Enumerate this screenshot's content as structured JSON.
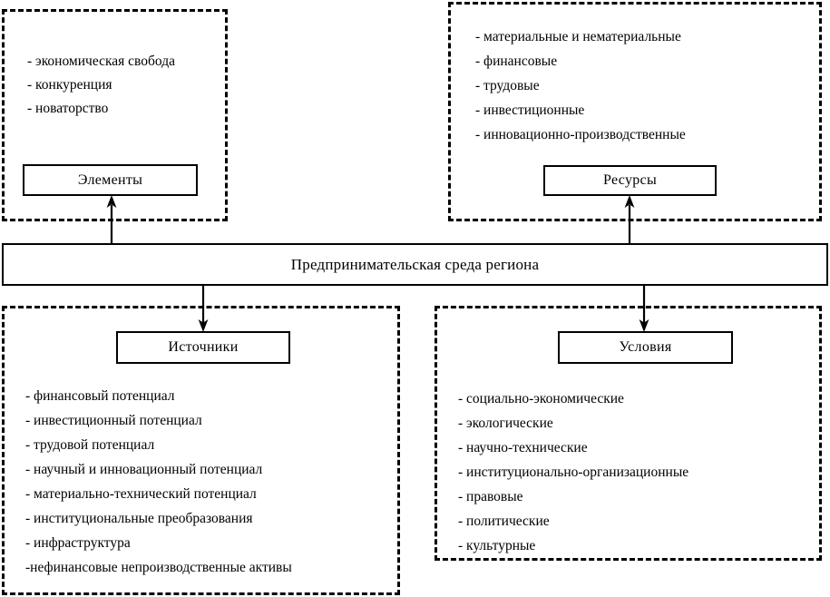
{
  "diagram": {
    "center": {
      "label": "Предпринимательская среда региона"
    },
    "quadrants": {
      "elements": {
        "box_label": "Элементы",
        "items": [
          "- экономическая свобода",
          "- конкуренция",
          "- новаторство"
        ]
      },
      "resources": {
        "box_label": "Ресурсы",
        "items": [
          "- материальные и нематериальные",
          "- финансовые",
          "- трудовые",
          "- инвестиционные",
          "- инновационно-производственные"
        ]
      },
      "sources": {
        "box_label": "Источники",
        "items": [
          "- финансовый потенциал",
          "- инвестиционный потенциал",
          "- трудовой потенциал",
          "- научный и инновационный потенциал",
          "- материально-технический потенциал",
          "- институциональные преобразования",
          "- инфраструктура",
          "-нефинансовые непроизводственные активы"
        ]
      },
      "conditions": {
        "box_label": "Условия",
        "items": [
          "- социально-экономические",
          "- экологические",
          "- научно-технические",
          "- институционально-организационные",
          "- правовые",
          "- политические",
          "- культурные"
        ]
      }
    },
    "connectors": [
      {
        "name": "arrow-center-to-elements",
        "direction": "up"
      },
      {
        "name": "arrow-center-to-resources",
        "direction": "up"
      },
      {
        "name": "arrow-center-to-sources",
        "direction": "down"
      },
      {
        "name": "arrow-center-to-conditions",
        "direction": "down"
      }
    ],
    "colors": {
      "line": "#000000",
      "background": "#ffffff",
      "text": "#000000"
    }
  }
}
